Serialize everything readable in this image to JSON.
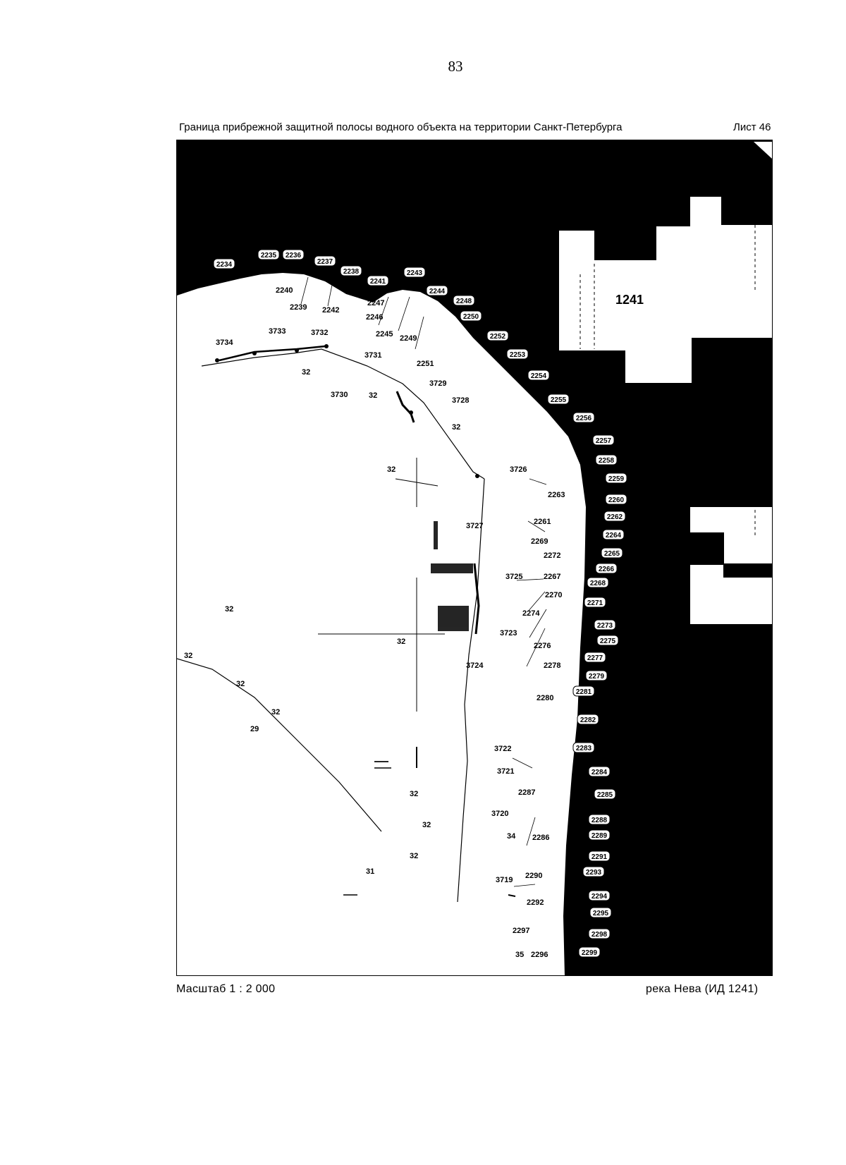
{
  "page_number": "83",
  "header": {
    "title": "Граница прибрежной защитной полосы водного объекта на территории Санкт-Петербурга",
    "sheet": "Лист 46"
  },
  "footer": {
    "scale": "Масштаб 1 : 2 000",
    "river": "река Нева (ИД 1241)"
  },
  "map": {
    "water_id": "1241",
    "colors": {
      "water": "#000000",
      "land": "#ffffff"
    },
    "shore_points": [
      "2234",
      "2235",
      "2236",
      "2237",
      "2238",
      "2241",
      "2243",
      "2244",
      "2248",
      "2250",
      "2252",
      "2253",
      "2254",
      "2255",
      "2256",
      "2257",
      "2258",
      "2259",
      "2260",
      "2262",
      "2264",
      "2265",
      "2266",
      "2268",
      "2271",
      "2273",
      "2275",
      "2277",
      "2279",
      "2281",
      "2282",
      "2283",
      "2284",
      "2285",
      "2288",
      "2289",
      "2291",
      "2293",
      "2294",
      "2295",
      "2298",
      "2299"
    ],
    "land_points": [
      "2240",
      "2239",
      "2242",
      "2247",
      "2246",
      "2245",
      "2249",
      "2251",
      "2263",
      "2261",
      "2269",
      "2272",
      "2267",
      "2270",
      "2274",
      "2276",
      "2278",
      "2280",
      "2287",
      "2286",
      "2290",
      "2292",
      "2297",
      "2296"
    ],
    "boundary_points": [
      "3734",
      "3733",
      "3732",
      "3731",
      "3730",
      "3729",
      "3728",
      "3726",
      "3727",
      "3725",
      "3723",
      "3724",
      "3722",
      "3721",
      "3720",
      "3719"
    ],
    "zone_codes": [
      "32",
      "32",
      "32",
      "32",
      "32",
      "32",
      "32",
      "32",
      "32",
      "32",
      "32",
      "32",
      "29",
      "31",
      "34",
      "35"
    ]
  }
}
